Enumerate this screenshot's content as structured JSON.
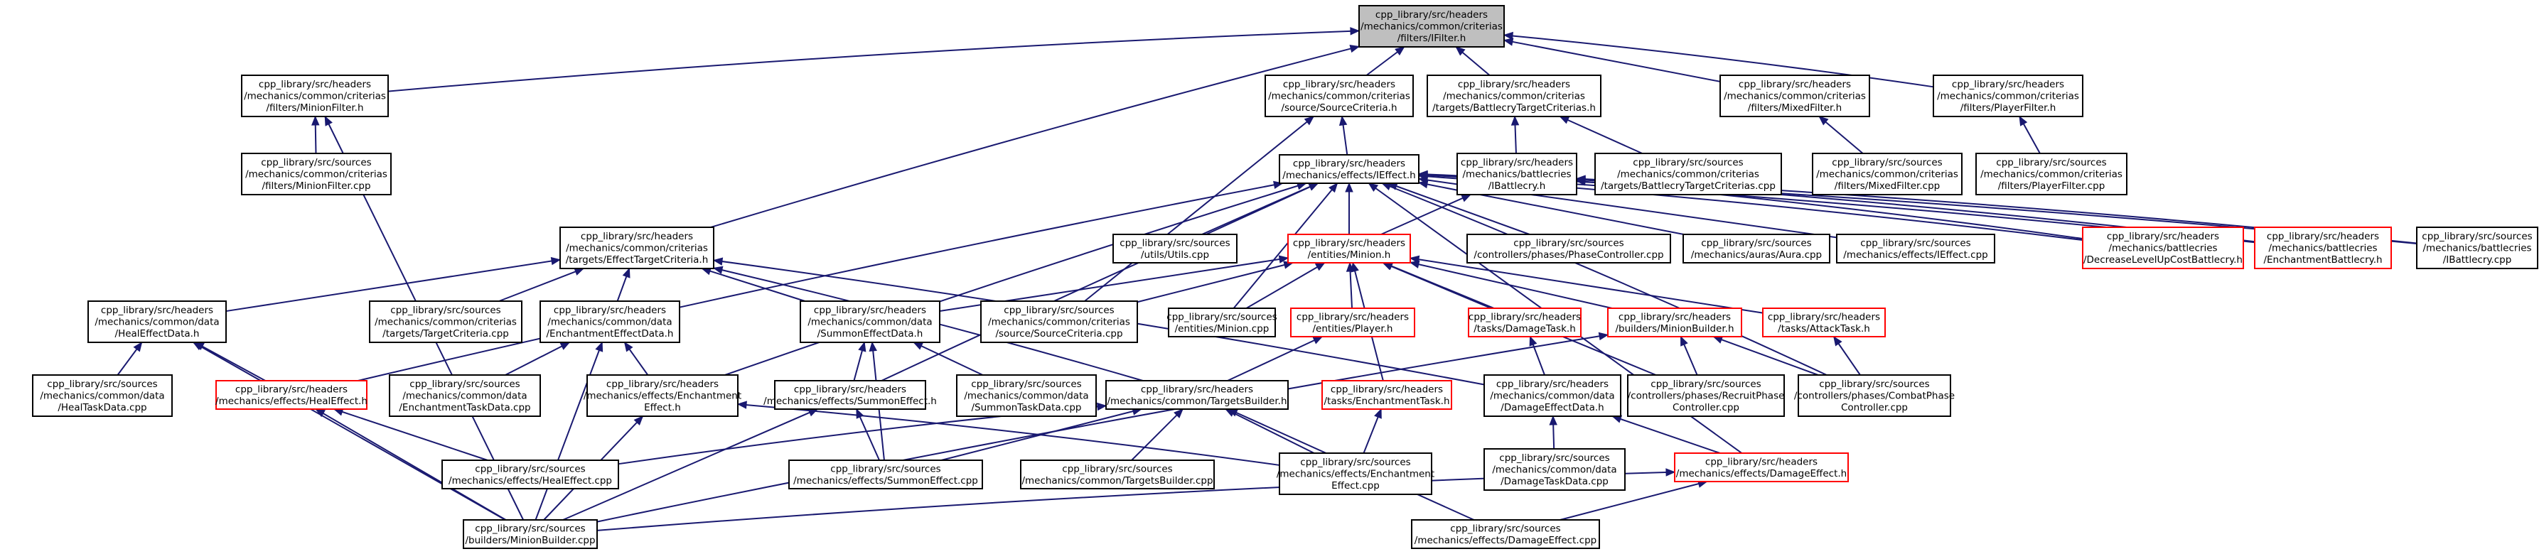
{
  "colors": {
    "edge": "#191970",
    "box_default": "#000000",
    "box_truncated": "#ff0000",
    "box_focus_fill": "#bfbfbf",
    "box_fill": "#ffffff"
  },
  "nodes": [
    {
      "id": "ifilter",
      "lines": [
        "cpp_library/src/headers",
        "/mechanics/common/criterias",
        "/filters/IFilter.h"
      ],
      "style": "focus"
    },
    {
      "id": "minionfilter_h",
      "lines": [
        "cpp_library/src/headers",
        "/mechanics/common/criterias",
        "/filters/MinionFilter.h"
      ],
      "style": "default"
    },
    {
      "id": "minionfilter_cpp",
      "lines": [
        "cpp_library/src/sources",
        "/mechanics/common/criterias",
        "/filters/MinionFilter.cpp"
      ],
      "style": "default"
    },
    {
      "id": "sourcecriteria_h",
      "lines": [
        "cpp_library/src/headers",
        "/mechanics/common/criterias",
        "/source/SourceCriteria.h"
      ],
      "style": "default"
    },
    {
      "id": "battlecrytarget_h",
      "lines": [
        "cpp_library/src/headers",
        "/mechanics/common/criterias",
        "/targets/BattlecryTargetCriterias.h"
      ],
      "style": "default"
    },
    {
      "id": "mixedfilter_h",
      "lines": [
        "cpp_library/src/headers",
        "/mechanics/common/criterias",
        "/filters/MixedFilter.h"
      ],
      "style": "default"
    },
    {
      "id": "playerfilter_h",
      "lines": [
        "cpp_library/src/headers",
        "/mechanics/common/criterias",
        "/filters/PlayerFilter.h"
      ],
      "style": "default"
    },
    {
      "id": "ieffect_h",
      "lines": [
        "cpp_library/src/headers",
        "/mechanics/effects/IEffect.h"
      ],
      "style": "default"
    },
    {
      "id": "ibattlecry_h",
      "lines": [
        "cpp_library/src/headers",
        "/mechanics/battlecries",
        "/IBattlecry.h"
      ],
      "style": "default"
    },
    {
      "id": "battlecrytarget_cpp",
      "lines": [
        "cpp_library/src/sources",
        "/mechanics/common/criterias",
        "/targets/BattlecryTargetCriterias.cpp"
      ],
      "style": "default"
    },
    {
      "id": "mixedfilter_cpp",
      "lines": [
        "cpp_library/src/sources",
        "/mechanics/common/criterias",
        "/filters/MixedFilter.cpp"
      ],
      "style": "default"
    },
    {
      "id": "playerfilter_cpp",
      "lines": [
        "cpp_library/src/sources",
        "/mechanics/common/criterias",
        "/filters/PlayerFilter.cpp"
      ],
      "style": "default"
    },
    {
      "id": "effecttarget_h",
      "lines": [
        "cpp_library/src/headers",
        "/mechanics/common/criterias",
        "/targets/EffectTargetCriteria.h"
      ],
      "style": "default"
    },
    {
      "id": "utils_cpp",
      "lines": [
        "cpp_library/src/sources",
        "/utils/Utils.cpp"
      ],
      "style": "default"
    },
    {
      "id": "minion_h",
      "lines": [
        "cpp_library/src/headers",
        "/entities/Minion.h"
      ],
      "style": "truncated"
    },
    {
      "id": "phasecontroller_cpp",
      "lines": [
        "cpp_library/src/sources",
        "/controllers/phases/PhaseController.cpp"
      ],
      "style": "default"
    },
    {
      "id": "aura_cpp",
      "lines": [
        "cpp_library/src/sources",
        "/mechanics/auras/Aura.cpp"
      ],
      "style": "default"
    },
    {
      "id": "ieffect_cpp",
      "lines": [
        "cpp_library/src/sources",
        "/mechanics/effects/IEffect.cpp"
      ],
      "style": "default"
    },
    {
      "id": "decreaselevel_h",
      "lines": [
        "cpp_library/src/headers",
        "/mechanics/battlecries",
        "/DecreaseLevelUpCostBattlecry.h"
      ],
      "style": "truncated"
    },
    {
      "id": "enchantmentbattlecry_h",
      "lines": [
        "cpp_library/src/headers",
        "/mechanics/battlecries",
        "/EnchantmentBattlecry.h"
      ],
      "style": "truncated"
    },
    {
      "id": "ibattlecry_cpp",
      "lines": [
        "cpp_library/src/sources",
        "/mechanics/battlecries",
        "/IBattlecry.cpp"
      ],
      "style": "default"
    },
    {
      "id": "healeffectdata_h",
      "lines": [
        "cpp_library/src/headers",
        "/mechanics/common/data",
        "/HealEffectData.h"
      ],
      "style": "default"
    },
    {
      "id": "targetcriteria_cpp",
      "lines": [
        "cpp_library/src/sources",
        "/mechanics/common/criterias",
        "/targets/TargetCriteria.cpp"
      ],
      "style": "default"
    },
    {
      "id": "enchantmenteffectdata_h",
      "lines": [
        "cpp_library/src/headers",
        "/mechanics/common/data",
        "/EnchantmentEffectData.h"
      ],
      "style": "default"
    },
    {
      "id": "summoneffectdata_h",
      "lines": [
        "cpp_library/src/headers",
        "/mechanics/common/data",
        "/SummonEffectData.h"
      ],
      "style": "default"
    },
    {
      "id": "sourcecriteria_cpp",
      "lines": [
        "cpp_library/src/sources",
        "/mechanics/common/criterias",
        "/source/SourceCriteria.cpp"
      ],
      "style": "default"
    },
    {
      "id": "minion_cpp",
      "lines": [
        "cpp_library/src/sources",
        "/entities/Minion.cpp"
      ],
      "style": "default"
    },
    {
      "id": "player_h",
      "lines": [
        "cpp_library/src/headers",
        "/entities/Player.h"
      ],
      "style": "truncated"
    },
    {
      "id": "damagetask_h",
      "lines": [
        "cpp_library/src/headers",
        "/tasks/DamageTask.h"
      ],
      "style": "truncated"
    },
    {
      "id": "minionbuilder_h",
      "lines": [
        "cpp_library/src/headers",
        "/builders/MinionBuilder.h"
      ],
      "style": "truncated"
    },
    {
      "id": "attacktask_h",
      "lines": [
        "cpp_library/src/headers",
        "/tasks/AttackTask.h"
      ],
      "style": "truncated"
    },
    {
      "id": "healtaskdata_cpp",
      "lines": [
        "cpp_library/src/sources",
        "/mechanics/common/data",
        "/HealTaskData.cpp"
      ],
      "style": "default"
    },
    {
      "id": "healeffect_h",
      "lines": [
        "cpp_library/src/headers",
        "/mechanics/effects/HealEffect.h"
      ],
      "style": "truncated"
    },
    {
      "id": "enchantmenttaskdata_cpp",
      "lines": [
        "cpp_library/src/sources",
        "/mechanics/common/data",
        "/EnchantmentTaskData.cpp"
      ],
      "style": "default"
    },
    {
      "id": "enchantmenteffect_h",
      "lines": [
        "cpp_library/src/headers",
        "/mechanics/effects/Enchantment",
        "Effect.h"
      ],
      "style": "default"
    },
    {
      "id": "summoneffect_h",
      "lines": [
        "cpp_library/src/headers",
        "/mechanics/effects/SummonEffect.h"
      ],
      "style": "default"
    },
    {
      "id": "summontaskdata_cpp",
      "lines": [
        "cpp_library/src/sources",
        "/mechanics/common/data",
        "/SummonTaskData.cpp"
      ],
      "style": "default"
    },
    {
      "id": "targetsbuilder_h",
      "lines": [
        "cpp_library/src/headers",
        "/mechanics/common/TargetsBuilder.h"
      ],
      "style": "default"
    },
    {
      "id": "enchantmenttask_h",
      "lines": [
        "cpp_library/src/headers",
        "/tasks/EnchantmentTask.h"
      ],
      "style": "truncated"
    },
    {
      "id": "damageeffectdata_h",
      "lines": [
        "cpp_library/src/headers",
        "/mechanics/common/data",
        "/DamageEffectData.h"
      ],
      "style": "default"
    },
    {
      "id": "recruitphase_cpp",
      "lines": [
        "cpp_library/src/sources",
        "/controllers/phases/RecruitPhase",
        "Controller.cpp"
      ],
      "style": "default"
    },
    {
      "id": "combatphase_cpp",
      "lines": [
        "cpp_library/src/sources",
        "/controllers/phases/CombatPhase",
        "Controller.cpp"
      ],
      "style": "default"
    },
    {
      "id": "healeffect_cpp",
      "lines": [
        "cpp_library/src/sources",
        "/mechanics/effects/HealEffect.cpp"
      ],
      "style": "default"
    },
    {
      "id": "summoneffect_cpp",
      "lines": [
        "cpp_library/src/sources",
        "/mechanics/effects/SummonEffect.cpp"
      ],
      "style": "default"
    },
    {
      "id": "targetsbuilder_cpp",
      "lines": [
        "cpp_library/src/sources",
        "/mechanics/common/TargetsBuilder.cpp"
      ],
      "style": "default"
    },
    {
      "id": "enchantmenteffect_cpp",
      "lines": [
        "cpp_library/src/sources",
        "/mechanics/effects/Enchantment",
        "Effect.cpp"
      ],
      "style": "default"
    },
    {
      "id": "damagetaskdata_cpp",
      "lines": [
        "cpp_library/src/sources",
        "/mechanics/common/data",
        "/DamageTaskData.cpp"
      ],
      "style": "default"
    },
    {
      "id": "damageeffect_h",
      "lines": [
        "cpp_library/src/headers",
        "/mechanics/effects/DamageEffect.h"
      ],
      "style": "truncated"
    },
    {
      "id": "minionbuilder_cpp",
      "lines": [
        "cpp_library/src/sources",
        "/builders/MinionBuilder.cpp"
      ],
      "style": "default"
    },
    {
      "id": "damageeffect_cpp",
      "lines": [
        "cpp_library/src/sources",
        "/mechanics/effects/DamageEffect.cpp"
      ],
      "style": "default"
    }
  ],
  "edges": [
    [
      "ifilter",
      "minionfilter_h"
    ],
    [
      "ifilter",
      "sourcecriteria_h"
    ],
    [
      "ifilter",
      "battlecrytarget_h"
    ],
    [
      "ifilter",
      "mixedfilter_h"
    ],
    [
      "ifilter",
      "playerfilter_h"
    ],
    [
      "ifilter",
      "effecttarget_h"
    ],
    [
      "minionfilter_h",
      "minionfilter_cpp"
    ],
    [
      "minionfilter_h",
      "minionbuilder_cpp"
    ],
    [
      "sourcecriteria_h",
      "ieffect_h"
    ],
    [
      "sourcecriteria_h",
      "sourcecriteria_cpp"
    ],
    [
      "battlecrytarget_h",
      "ibattlecry_h"
    ],
    [
      "battlecrytarget_h",
      "battlecrytarget_cpp"
    ],
    [
      "mixedfilter_h",
      "mixedfilter_cpp"
    ],
    [
      "playerfilter_h",
      "playerfilter_cpp"
    ],
    [
      "ieffect_h",
      "utils_cpp"
    ],
    [
      "ieffect_h",
      "minion_h"
    ],
    [
      "ieffect_h",
      "phasecontroller_cpp"
    ],
    [
      "ieffect_h",
      "aura_cpp"
    ],
    [
      "ieffect_h",
      "ieffect_cpp"
    ],
    [
      "ieffect_h",
      "decreaselevel_h"
    ],
    [
      "ieffect_h",
      "enchantmentbattlecry_h"
    ],
    [
      "ieffect_h",
      "ibattlecry_cpp"
    ],
    [
      "ieffect_h",
      "healeffect_h"
    ],
    [
      "ieffect_h",
      "enchantmenteffect_h"
    ],
    [
      "ieffect_h",
      "summoneffect_h"
    ],
    [
      "ieffect_h",
      "damageeffect_h"
    ],
    [
      "ieffect_h",
      "combatphase_cpp"
    ],
    [
      "ieffect_h",
      "minion_cpp"
    ],
    [
      "ibattlecry_h",
      "minion_h"
    ],
    [
      "ibattlecry_h",
      "decreaselevel_h"
    ],
    [
      "ibattlecry_h",
      "enchantmentbattlecry_h"
    ],
    [
      "ibattlecry_h",
      "ibattlecry_cpp"
    ],
    [
      "effecttarget_h",
      "healeffectdata_h"
    ],
    [
      "effecttarget_h",
      "targetcriteria_cpp"
    ],
    [
      "effecttarget_h",
      "enchantmenteffectdata_h"
    ],
    [
      "effecttarget_h",
      "summoneffectdata_h"
    ],
    [
      "effecttarget_h",
      "damageeffectdata_h"
    ],
    [
      "effecttarget_h",
      "targetsbuilder_h"
    ],
    [
      "minion_h",
      "summoneffectdata_h"
    ],
    [
      "minion_h",
      "sourcecriteria_cpp"
    ],
    [
      "minion_h",
      "minion_cpp"
    ],
    [
      "minion_h",
      "player_h"
    ],
    [
      "minion_h",
      "damagetask_h"
    ],
    [
      "minion_h",
      "minionbuilder_h"
    ],
    [
      "minion_h",
      "attacktask_h"
    ],
    [
      "minion_h",
      "enchantmenttask_h"
    ],
    [
      "minion_h",
      "recruitphase_cpp"
    ],
    [
      "healeffectdata_h",
      "healtaskdata_cpp"
    ],
    [
      "healeffectdata_h",
      "healeffect_h"
    ],
    [
      "healeffectdata_h",
      "minionbuilder_cpp"
    ],
    [
      "enchantmenteffectdata_h",
      "enchantmenttaskdata_cpp"
    ],
    [
      "enchantmenteffectdata_h",
      "enchantmenteffect_h"
    ],
    [
      "enchantmenteffectdata_h",
      "minionbuilder_cpp"
    ],
    [
      "summoneffectdata_h",
      "summontaskdata_cpp"
    ],
    [
      "summoneffectdata_h",
      "summoneffect_h"
    ],
    [
      "summoneffectdata_h",
      "summoneffect_cpp"
    ],
    [
      "player_h",
      "targetsbuilder_h"
    ],
    [
      "damagetask_h",
      "damageeffectdata_h"
    ],
    [
      "minionbuilder_h",
      "recruitphase_cpp"
    ],
    [
      "minionbuilder_h",
      "combatphase_cpp"
    ],
    [
      "minionbuilder_h",
      "minionbuilder_cpp"
    ],
    [
      "attacktask_h",
      "combatphase_cpp"
    ],
    [
      "healeffect_h",
      "healeffect_cpp"
    ],
    [
      "healeffect_h",
      "minionbuilder_cpp"
    ],
    [
      "enchantmenteffect_h",
      "enchantmenteffect_cpp"
    ],
    [
      "enchantmenteffect_h",
      "minionbuilder_cpp"
    ],
    [
      "summoneffect_h",
      "summoneffect_cpp"
    ],
    [
      "summoneffect_h",
      "minionbuilder_cpp"
    ],
    [
      "targetsbuilder_h",
      "healeffect_cpp"
    ],
    [
      "targetsbuilder_h",
      "summoneffect_cpp"
    ],
    [
      "targetsbuilder_h",
      "targetsbuilder_cpp"
    ],
    [
      "targetsbuilder_h",
      "enchantmenteffect_cpp"
    ],
    [
      "targetsbuilder_h",
      "damageeffect_cpp"
    ],
    [
      "enchantmenttask_h",
      "enchantmenteffect_cpp"
    ],
    [
      "damageeffectdata_h",
      "damagetaskdata_cpp"
    ],
    [
      "damageeffectdata_h",
      "damageeffect_h"
    ],
    [
      "damageeffect_h",
      "minionbuilder_cpp"
    ],
    [
      "damageeffect_h",
      "damageeffect_cpp"
    ]
  ]
}
